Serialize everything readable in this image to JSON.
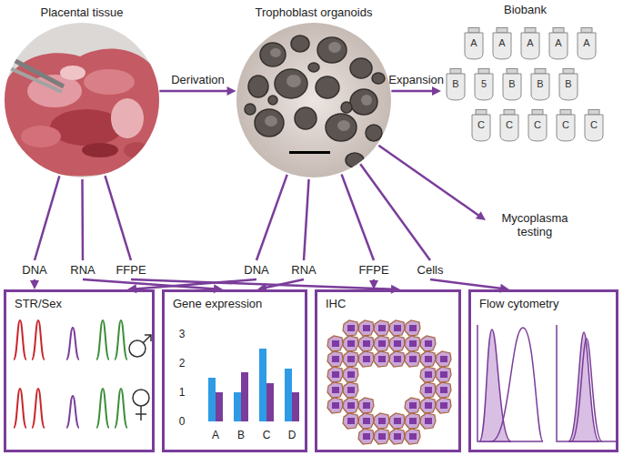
{
  "diagram": {
    "nodes": [
      {
        "text": [
          "Placental tissue"
        ]
      },
      {
        "text": [
          "Trophoblast organoids"
        ]
      },
      {
        "text": [
          "Biobank"
        ]
      },
      {
        "text": [
          "A"
        ],
        "in": 2
      },
      {
        "text": [
          "A"
        ],
        "in": 2
      },
      {
        "text": [
          "A"
        ],
        "in": 2
      },
      {
        "text": [
          "A"
        ],
        "in": 2
      },
      {
        "text": [
          "A"
        ],
        "in": 2
      },
      {
        "text": [
          "B"
        ],
        "in": 2
      },
      {
        "text": [
          "5"
        ],
        "in": 2
      },
      {
        "text": [
          "B"
        ],
        "in": 2
      },
      {
        "text": [
          "B"
        ],
        "in": 2
      },
      {
        "text": [
          "B"
        ],
        "in": 2
      },
      {
        "text": [
          "C"
        ],
        "in": 2
      },
      {
        "text": [
          "C"
        ],
        "in": 2
      },
      {
        "text": [
          "C"
        ],
        "in": 2
      },
      {
        "text": [
          "C"
        ],
        "in": 2
      },
      {
        "text": [
          "C"
        ],
        "in": 2
      },
      {
        "text": [
          "DNA"
        ]
      },
      {
        "text": [
          "RNA"
        ]
      },
      {
        "text": [
          "FFPE"
        ]
      },
      {
        "text": [
          "DNA"
        ]
      },
      {
        "text": [
          "RNA"
        ]
      },
      {
        "text": [
          "FFPE"
        ]
      },
      {
        "text": [
          "Cells"
        ]
      },
      {
        "text": [
          "Mycoplasma testing"
        ]
      },
      {
        "text": [
          "STR/Sex"
        ]
      },
      {
        "text": [
          "Gene expression"
        ]
      },
      {
        "text": [
          "IHC"
        ]
      },
      {
        "text": [
          "Flow cytometry"
        ]
      }
    ],
    "edges": [
      {
        "from": 0,
        "to": 1,
        "label": "Derivation",
        "arrow": "to"
      },
      {
        "from": 1,
        "to": 2,
        "label": "Expansion",
        "arrow": "to"
      },
      {
        "from": 0,
        "to": 18,
        "arrow": "none"
      },
      {
        "from": 0,
        "to": 19,
        "arrow": "none"
      },
      {
        "from": 0,
        "to": 20,
        "arrow": "none"
      },
      {
        "from": 1,
        "to": 21,
        "arrow": "none"
      },
      {
        "from": 1,
        "to": 22,
        "arrow": "none"
      },
      {
        "from": 1,
        "to": 23,
        "arrow": "none"
      },
      {
        "from": 1,
        "to": 24,
        "arrow": "none"
      },
      {
        "from": 1,
        "to": 25,
        "arrow": "to"
      },
      {
        "from": 18,
        "to": 26,
        "arrow": "to"
      },
      {
        "from": 19,
        "to": 27,
        "arrow": "to"
      },
      {
        "from": 20,
        "to": 28,
        "arrow": "to"
      },
      {
        "from": 21,
        "to": 26,
        "arrow": "to"
      },
      {
        "from": 22,
        "to": 27,
        "arrow": "to"
      },
      {
        "from": 23,
        "to": 28,
        "arrow": "to"
      },
      {
        "from": 24,
        "to": 29,
        "arrow": "to"
      }
    ],
    "labels": [
      "3",
      "2",
      "1",
      "0",
      "A",
      "B",
      "C",
      "D"
    ]
  }
}
